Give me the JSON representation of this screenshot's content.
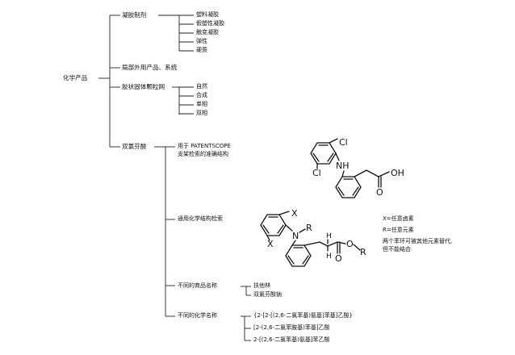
{
  "root": "化学产品",
  "branches": {
    "gel": {
      "label": "凝胶制剂",
      "items": [
        "塑料凝胶",
        "假塑性凝胶",
        "触变凝胶",
        "弹性",
        "硬质"
      ]
    },
    "topical": {
      "label": "局部外用产品、系统"
    },
    "granule": {
      "label": "胶状固体颗粒网",
      "items": [
        "自然",
        "合成",
        "单相",
        "双相"
      ]
    },
    "diclofenac": {
      "label": "双氯芬酸",
      "usage": {
        "line1": "用于   PATENTSCOPE",
        "line2": "支架检索的准确结构"
      },
      "generic": {
        "label": "通用化学结构检索",
        "legend": [
          "X=任意卤素",
          "R=任意元素",
          "两个苯环可被其他元素替代,",
          "但不能结合"
        ]
      },
      "tradenames": {
        "label": "不同的商品名称",
        "items": [
          "扶他林",
          "双氯芬酸钠"
        ]
      },
      "chemnames": {
        "label": "不同的化学名称",
        "items": [
          "{2-[2-[(2,6-二氯苯基)氨基]苯基]乙酸}",
          "[2-(2,6-二氯苯胺基)苯基]乙酸",
          "2-[(2,6-二氯苯基)氨基]苯乙酸"
        ]
      }
    }
  },
  "structures": {
    "diclofenac_atoms": {
      "cl_top": "Cl",
      "cl_bottom": "Cl",
      "nh": "NH",
      "oh": "OH",
      "o": "O"
    },
    "generic_atoms": {
      "x_top": "X",
      "x_bottom": "X",
      "n": "N",
      "r_n": "R",
      "h1": "H",
      "h2": "H",
      "o_dbl": "O",
      "o_ester": "O",
      "r_ester": "R"
    }
  }
}
